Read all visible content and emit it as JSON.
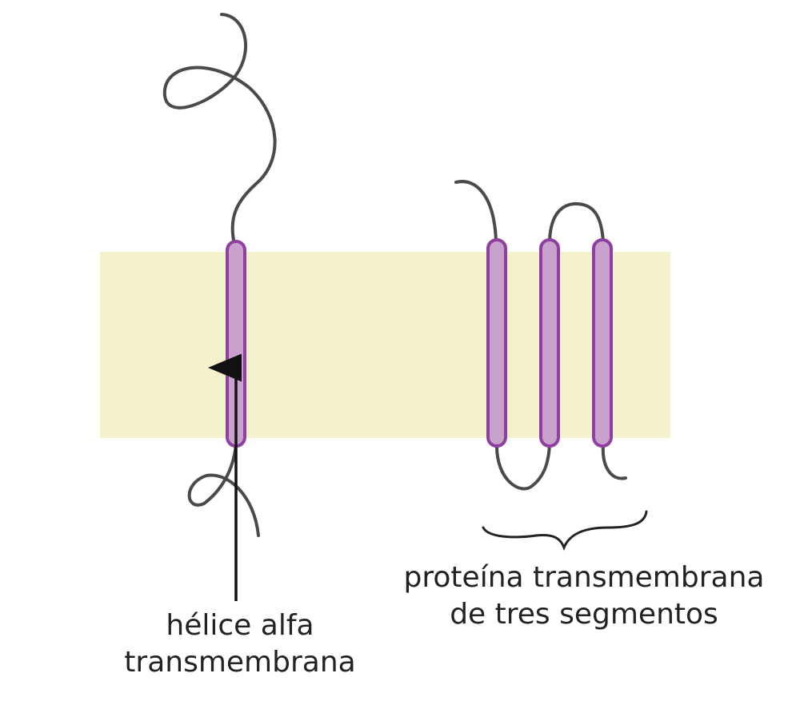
{
  "labels": {
    "single_pass": {
      "line1": "hélice alfa",
      "line2": "transmembrana"
    },
    "multi_pass": {
      "line1": "proteína transmembrana",
      "line2": "de tres segmentos"
    }
  },
  "colors": {
    "membrane": "#f3f2cc",
    "helix_fill": "#c8a2cc",
    "helix_stroke": "#8e3fa0",
    "chain": "#4a4a4a",
    "arrow": "#111111",
    "text": "#222222"
  }
}
